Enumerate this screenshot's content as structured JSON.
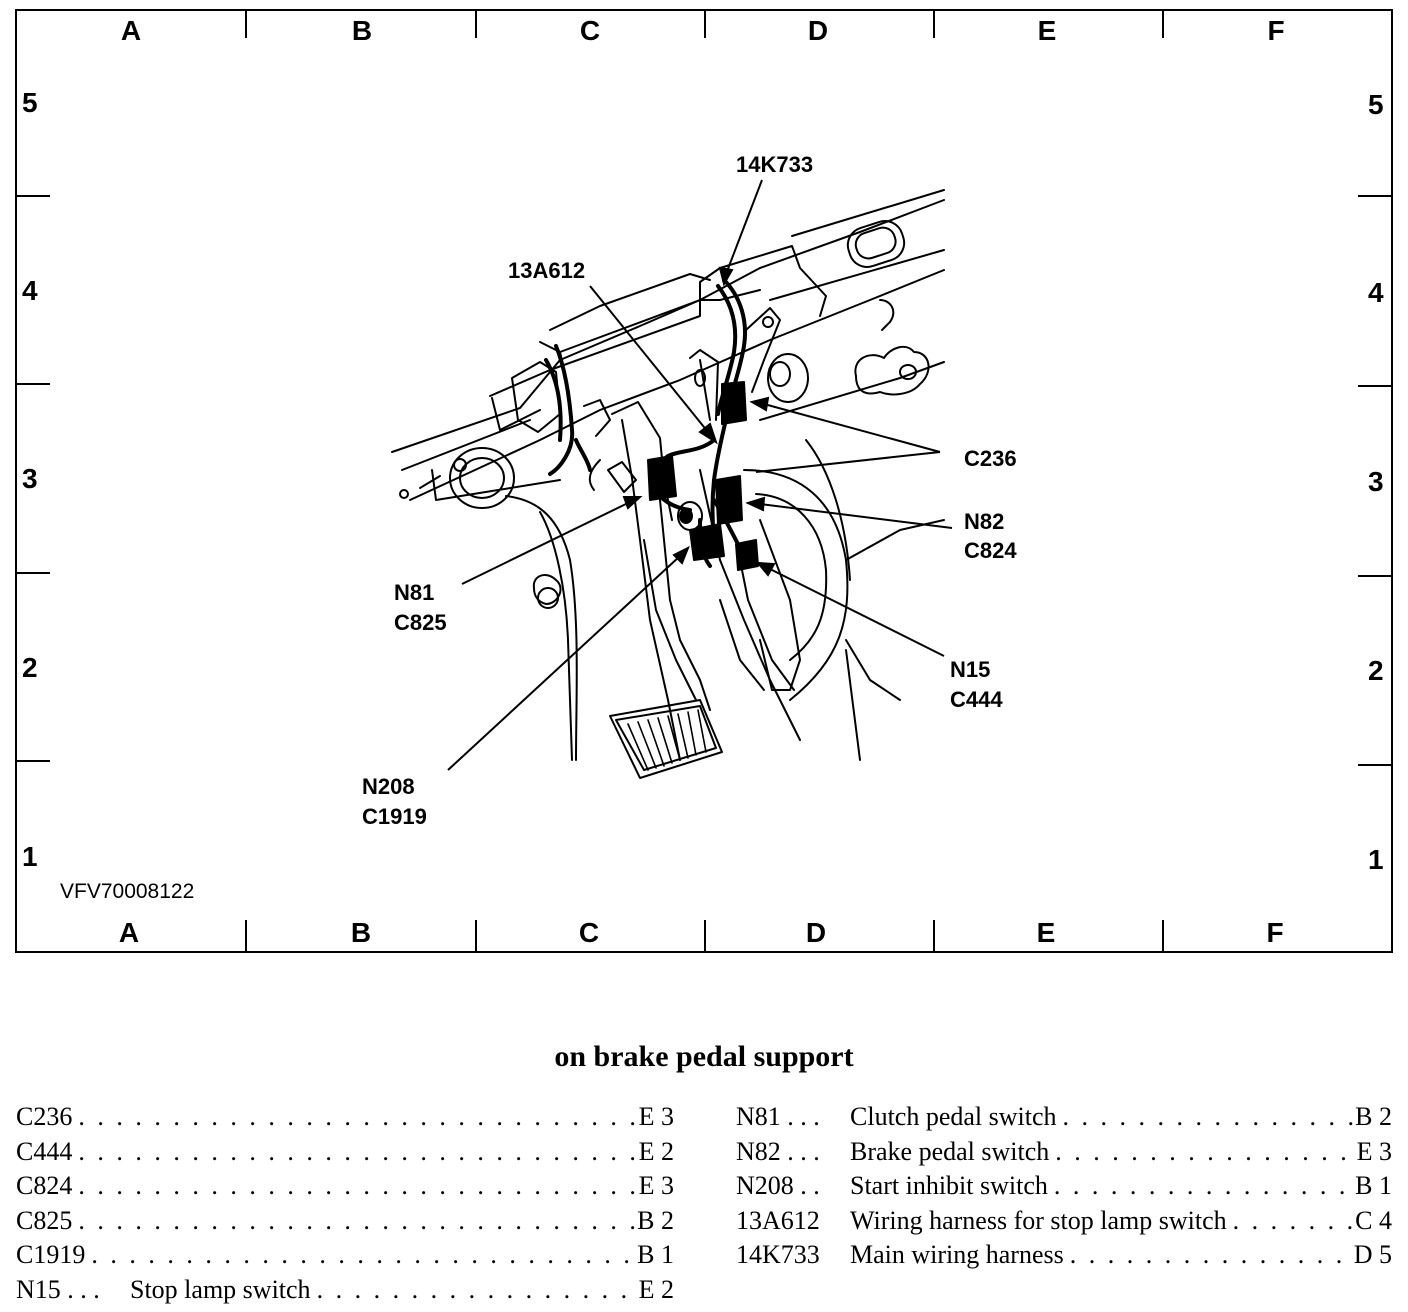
{
  "grid": {
    "columns": [
      "A",
      "B",
      "C",
      "D",
      "E",
      "F"
    ],
    "rows": [
      "5",
      "4",
      "3",
      "2",
      "1"
    ]
  },
  "figure_id": "VFV70008122",
  "callouts": {
    "c14k733": "14K733",
    "c13a612": "13A612",
    "c236": "C236",
    "n82": "N82",
    "c824": "C824",
    "n81": "N81",
    "c825": "C825",
    "n15": "N15",
    "c444": "C444",
    "n208": "N208",
    "c1919": "C1919"
  },
  "caption": "on brake pedal support",
  "legend_left": [
    {
      "code": "C236",
      "desc": "",
      "loc": "E 3"
    },
    {
      "code": "C444",
      "desc": "",
      "loc": "E 2"
    },
    {
      "code": "C824",
      "desc": "",
      "loc": "E 3"
    },
    {
      "code": "C825",
      "desc": "",
      "loc": "B 2"
    },
    {
      "code": "C1919",
      "desc": "",
      "loc": "B 1"
    },
    {
      "code": "N15 . . .",
      "desc": "Stop lamp switch",
      "loc": "E 2"
    }
  ],
  "legend_right": [
    {
      "code": "N81 . . .",
      "desc": "Clutch pedal switch",
      "loc": "B 2"
    },
    {
      "code": "N82 . . .",
      "desc": "Brake pedal switch",
      "loc": "E 3"
    },
    {
      "code": "N208 . .",
      "desc": "Start inhibit switch",
      "loc": "B 1"
    },
    {
      "code": "13A612",
      "desc": "Wiring harness for stop lamp switch",
      "loc": "C 4"
    },
    {
      "code": "14K733",
      "desc": "Main wiring harness",
      "loc": "D 5"
    }
  ]
}
